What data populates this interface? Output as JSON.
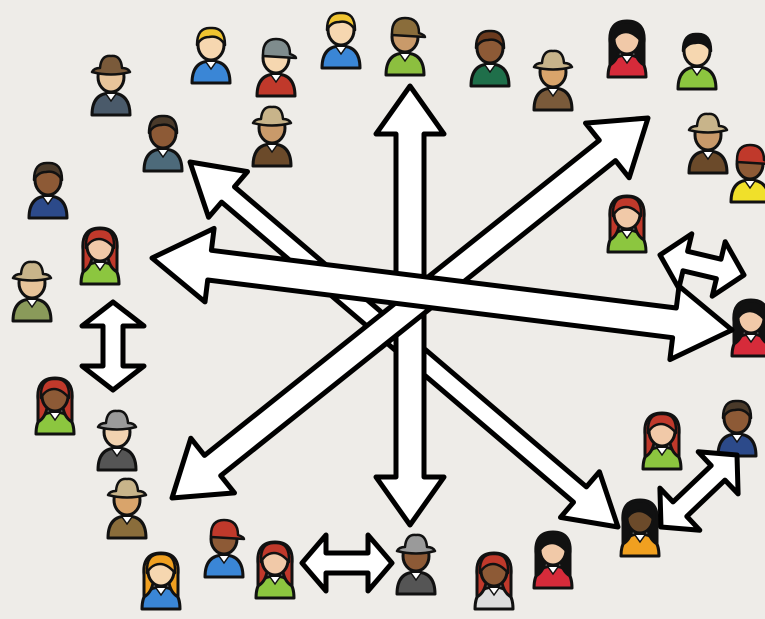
{
  "diagram": {
    "background": "#eeece8",
    "arrow_fill": "#ffffff",
    "arrow_stroke": "#000000",
    "people": [
      {
        "kind": "blond",
        "shirt": "#3a86d6",
        "hair": "#f0c430",
        "skin": "#f6d7b0"
      },
      {
        "kind": "cap",
        "shirt": "#c0392b",
        "hair": "#7f8c8d",
        "skin": "#f6d7b0"
      },
      {
        "kind": "blond",
        "shirt": "#3a86d6",
        "hair": "#f0c430",
        "skin": "#f6d7b0"
      },
      {
        "kind": "cap",
        "shirt": "#8cbf3f",
        "hair": "#8a6d3b",
        "skin": "#c99a6a"
      },
      {
        "kind": "short",
        "shirt": "#1f6f4a",
        "hair": "#6b3a1e",
        "skin": "#8d5a36"
      },
      {
        "kind": "hat",
        "shirt": "#7a5a3a",
        "hair": "#c8b48a",
        "skin": "#d9a46b"
      },
      {
        "kind": "longhair",
        "shirt": "#d62b3a",
        "hair": "#111111",
        "skin": "#f1c9a8"
      },
      {
        "kind": "short",
        "shirt": "#8cc63f",
        "hair": "#111111",
        "skin": "#f6d7b0"
      },
      {
        "kind": "hat",
        "shirt": "#4a5a6a",
        "hair": "#7a5a3a",
        "skin": "#e8c49a"
      },
      {
        "kind": "short",
        "shirt": "#4d6a7a",
        "hair": "#4a3a2a",
        "skin": "#8d5a36"
      },
      {
        "kind": "hat",
        "shirt": "#6b4a2a",
        "hair": "#c8b48a",
        "skin": "#c99a6a"
      },
      {
        "kind": "hat",
        "shirt": "#6b4a2a",
        "hair": "#c8b48a",
        "skin": "#c99a6a"
      },
      {
        "kind": "cap",
        "shirt": "#f0e02a",
        "hair": "#c0392b",
        "skin": "#8d5a36"
      },
      {
        "kind": "short",
        "shirt": "#2c4a8a",
        "hair": "#4a3a2a",
        "skin": "#8d5a36"
      },
      {
        "kind": "longhair",
        "shirt": "#8cc63f",
        "hair": "#c0392b",
        "skin": "#f1c9a8"
      },
      {
        "kind": "longhair",
        "shirt": "#8cc63f",
        "hair": "#c0392b",
        "skin": "#f1c9a8"
      },
      {
        "kind": "hat",
        "shirt": "#8a9a5a",
        "hair": "#c8b48a",
        "skin": "#e8c49a"
      },
      {
        "kind": "longhair",
        "shirt": "#d62b3a",
        "hair": "#111111",
        "skin": "#f1c9a8"
      },
      {
        "kind": "longhair",
        "shirt": "#8cc63f",
        "hair": "#c0392b",
        "skin": "#8d5a36"
      },
      {
        "kind": "hat",
        "shirt": "#555555",
        "hair": "#9a9a9a",
        "skin": "#f1d2b0"
      },
      {
        "kind": "longhair",
        "shirt": "#8cc63f",
        "hair": "#c0392b",
        "skin": "#f1c9a8"
      },
      {
        "kind": "short",
        "shirt": "#2c4a8a",
        "hair": "#4a3a2a",
        "skin": "#8d5a36"
      },
      {
        "kind": "hat",
        "shirt": "#8a6d3b",
        "hair": "#c8b48a",
        "skin": "#d9a46b"
      },
      {
        "kind": "longhair",
        "shirt": "#f0a020",
        "hair": "#111111",
        "skin": "#6b4a2a"
      },
      {
        "kind": "cap",
        "shirt": "#3a86d6",
        "hair": "#c0392b",
        "skin": "#8d5a36"
      },
      {
        "kind": "longhair",
        "shirt": "#3a86d6",
        "hair": "#f0a020",
        "skin": "#f6d7b0"
      },
      {
        "kind": "longhair",
        "shirt": "#8cc63f",
        "hair": "#c0392b",
        "skin": "#f1c9a8"
      },
      {
        "kind": "hat",
        "shirt": "#555555",
        "hair": "#9a9a9a",
        "skin": "#8d5a36"
      },
      {
        "kind": "longhair",
        "shirt": "#dddddd",
        "hair": "#c0392b",
        "skin": "#8d5a36"
      },
      {
        "kind": "longhair",
        "shirt": "#d62b3a",
        "hair": "#111111",
        "skin": "#f1c9a8"
      }
    ]
  }
}
